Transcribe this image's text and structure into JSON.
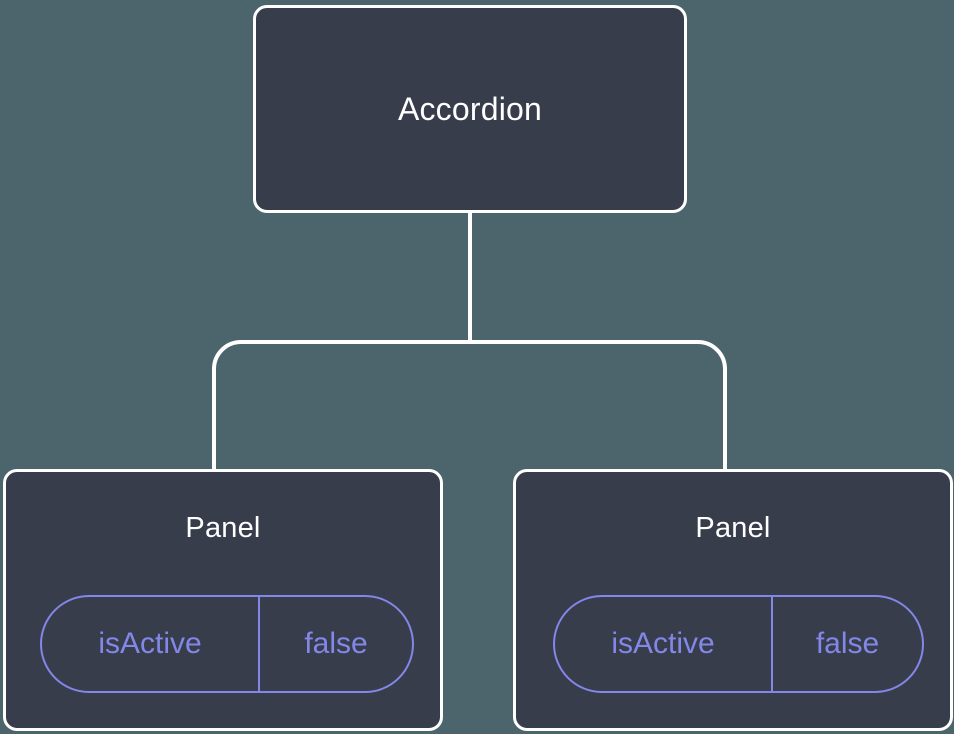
{
  "diagram": {
    "type": "component-tree",
    "background_color": "#4c656d",
    "node_fill_color": "#383d4c",
    "node_border_color": "#ffffff",
    "node_text_color": "#ffffff",
    "prop_accent_color": "#8287e8",
    "edge_color": "#ffffff",
    "root": {
      "id": "accordion",
      "label": "Accordion",
      "props": []
    },
    "children": [
      {
        "id": "panel-1",
        "label": "Panel",
        "props": [
          {
            "key": "isActive",
            "value": "false"
          }
        ]
      },
      {
        "id": "panel-2",
        "label": "Panel",
        "props": [
          {
            "key": "isActive",
            "value": "false"
          }
        ]
      }
    ],
    "edges": [
      {
        "from": "accordion",
        "to": "panel-1"
      },
      {
        "from": "accordion",
        "to": "panel-2"
      }
    ]
  }
}
